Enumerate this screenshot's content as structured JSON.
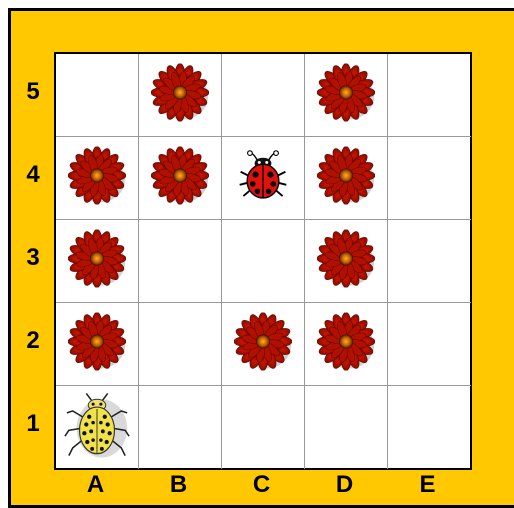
{
  "board": {
    "columns": [
      "A",
      "B",
      "C",
      "D",
      "E"
    ],
    "rows": [
      "5",
      "4",
      "3",
      "2",
      "1"
    ],
    "frame_color": "#ffc800",
    "cells": [
      {
        "col": "B",
        "row": "5",
        "piece": "flower"
      },
      {
        "col": "D",
        "row": "5",
        "piece": "flower"
      },
      {
        "col": "A",
        "row": "4",
        "piece": "flower"
      },
      {
        "col": "B",
        "row": "4",
        "piece": "flower"
      },
      {
        "col": "C",
        "row": "4",
        "piece": "ladybug"
      },
      {
        "col": "D",
        "row": "4",
        "piece": "flower"
      },
      {
        "col": "A",
        "row": "3",
        "piece": "flower"
      },
      {
        "col": "D",
        "row": "3",
        "piece": "flower"
      },
      {
        "col": "A",
        "row": "2",
        "piece": "flower"
      },
      {
        "col": "C",
        "row": "2",
        "piece": "flower"
      },
      {
        "col": "D",
        "row": "2",
        "piece": "flower"
      },
      {
        "col": "A",
        "row": "1",
        "piece": "yellow-beetle"
      }
    ]
  }
}
